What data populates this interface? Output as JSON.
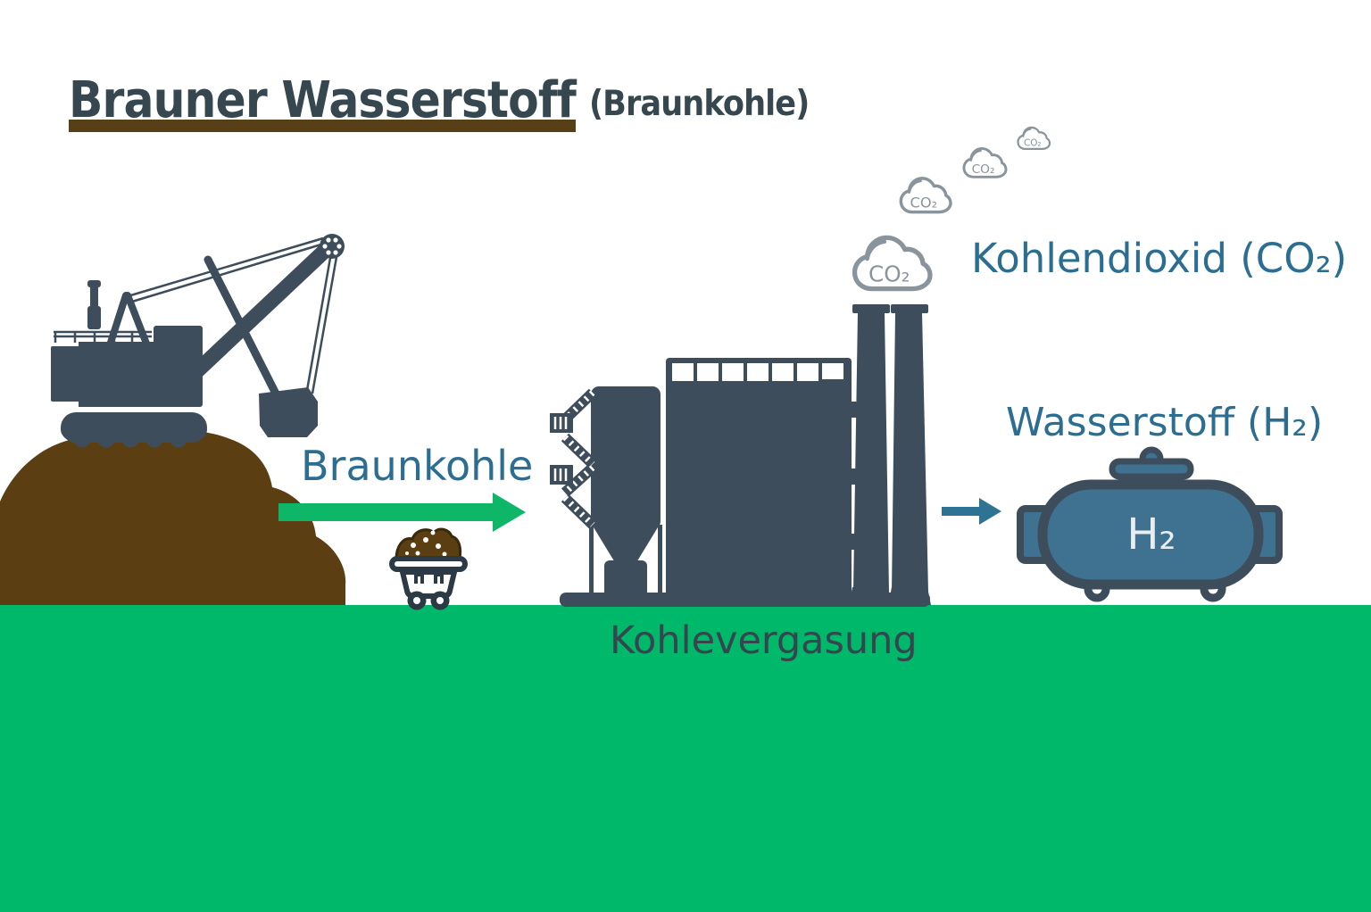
{
  "header": {
    "title": "Brauner Wasserstoff",
    "subtitle": "(Braunkohle)"
  },
  "diagram": {
    "source_label": "Braunkohle",
    "process_label": "Kohlevergasung",
    "emission_label": "Kohlendioxid (CO₂)",
    "product_label": "Wasserstoff (H₂)",
    "tank_text": "H₂",
    "cloud_text": "CO₂"
  },
  "colors": {
    "background": "#ffffff",
    "ground_green": "#00b869",
    "flow_arrow_green": "#0eb768",
    "machine_slate": "#3e4d5b",
    "cart_outline": "#2c3a46",
    "heading_dark": "#37474f",
    "label_teal": "#2c6e92",
    "coal_brown": "#5b3f12",
    "title_underline_brown": "#573f18",
    "cloud_gray": "#8a949d",
    "tank_fill_teal": "#3f7190",
    "small_arrow_teal": "#2e7294",
    "tank_text_light": "#e9edef"
  },
  "icons": {
    "excavator": "mining-excavator",
    "coal_pile": "lignite-heap",
    "mine_cart": "coal-mine-cart",
    "plant": "coal-gasification-plant",
    "chimneys": "twin-smokestacks",
    "clouds": "co2-emission-clouds",
    "tank": "hydrogen-storage-tank",
    "green_arrow": "flow-arrow-right-green",
    "teal_arrow": "flow-arrow-right-teal"
  }
}
